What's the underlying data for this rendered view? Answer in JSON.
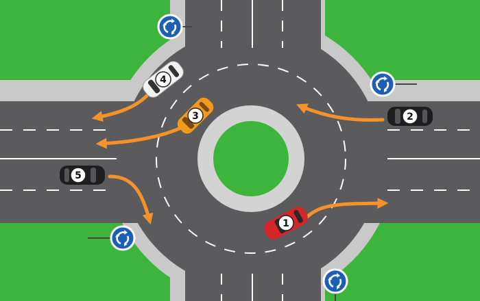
{
  "colors": {
    "grass": "#3db53d",
    "road": "#5b5b5d",
    "kerb": "#c9c9c9",
    "lane_marking": "#ffffff",
    "arrow": "#f5922b",
    "sign": "#1d5fb4"
  },
  "signs": [
    {
      "icon": "roundabout-sign-icon"
    },
    {
      "icon": "roundabout-sign-icon"
    },
    {
      "icon": "roundabout-sign-icon"
    },
    {
      "icon": "roundabout-sign-icon"
    }
  ],
  "cars": [
    {
      "label": "1",
      "color": "#d3252a"
    },
    {
      "label": "2",
      "color": "#1e1e20"
    },
    {
      "label": "3",
      "color": "#f19a1d"
    },
    {
      "label": "4",
      "color": "#f2f2f2"
    },
    {
      "label": "5",
      "color": "#1e1e20"
    }
  ]
}
